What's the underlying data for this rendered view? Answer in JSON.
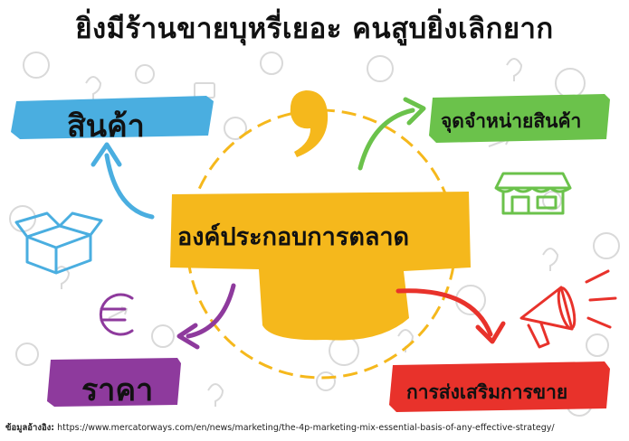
{
  "title": "ยิ่งมีร้านขายบุหรี่เยอะ คนสูบยิ่งเลิกยาก",
  "center_label": "องค์ประกอบการตลาด",
  "nodes": {
    "product": {
      "label": "สินค้า",
      "color": "#4AAEE0"
    },
    "place": {
      "label": "จุดจำหน่ายสินค้า",
      "color": "#6BC24B"
    },
    "price": {
      "label": "ราคา",
      "color": "#8E3A9D"
    },
    "promotion": {
      "label": "การส่งเสริมการขาย",
      "color": "#E8322B"
    }
  },
  "center_color": "#F5B81C",
  "source": {
    "label": "ข้อมูลอ้างอิง:",
    "url": "https://www.mercatorways.com/en/news/marketing/the-4p-marketing-mix-essential-basis-of-any-effective-strategy/"
  }
}
